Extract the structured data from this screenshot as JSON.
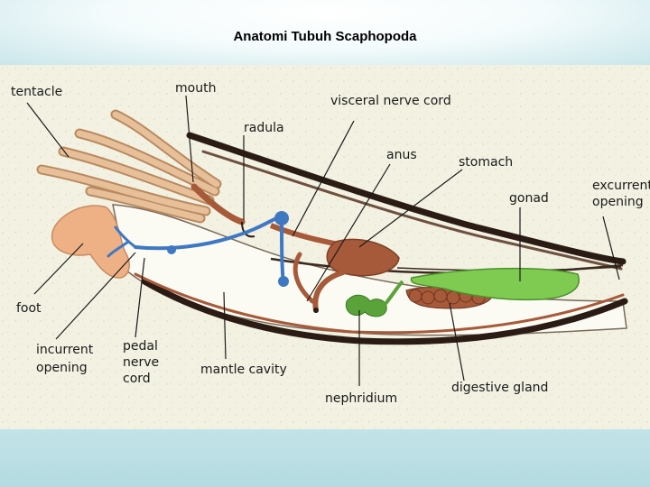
{
  "title": "Anatomi Tubuh Scaphopoda",
  "labels": {
    "tentacle": "tentacle",
    "mouth": "mouth",
    "visceral_nerve_cord": "visceral nerve cord",
    "radula": "radula",
    "anus": "anus",
    "stomach": "stomach",
    "gonad": "gonad",
    "excurrent_1": "excurrent",
    "excurrent_2": "opening",
    "foot": "foot",
    "incurrent_1": "incurrent",
    "incurrent_2": "opening",
    "pedal_1": "pedal",
    "pedal_2": "nerve",
    "pedal_3": "cord",
    "mantle_cavity": "mantle cavity",
    "nephridium": "nephridium",
    "digestive_gland": "digestive gland"
  },
  "colors": {
    "background": "#f2f1e2",
    "shell": "#2a1c14",
    "organ_brown": "#a75a3a",
    "tentacle_tan": "#d9a57c",
    "foot_orange": "#eeb185",
    "nerve_blue": "#3f78c2",
    "gonad_green": "#7fcb52",
    "nephridium_green": "#5aa23a"
  }
}
